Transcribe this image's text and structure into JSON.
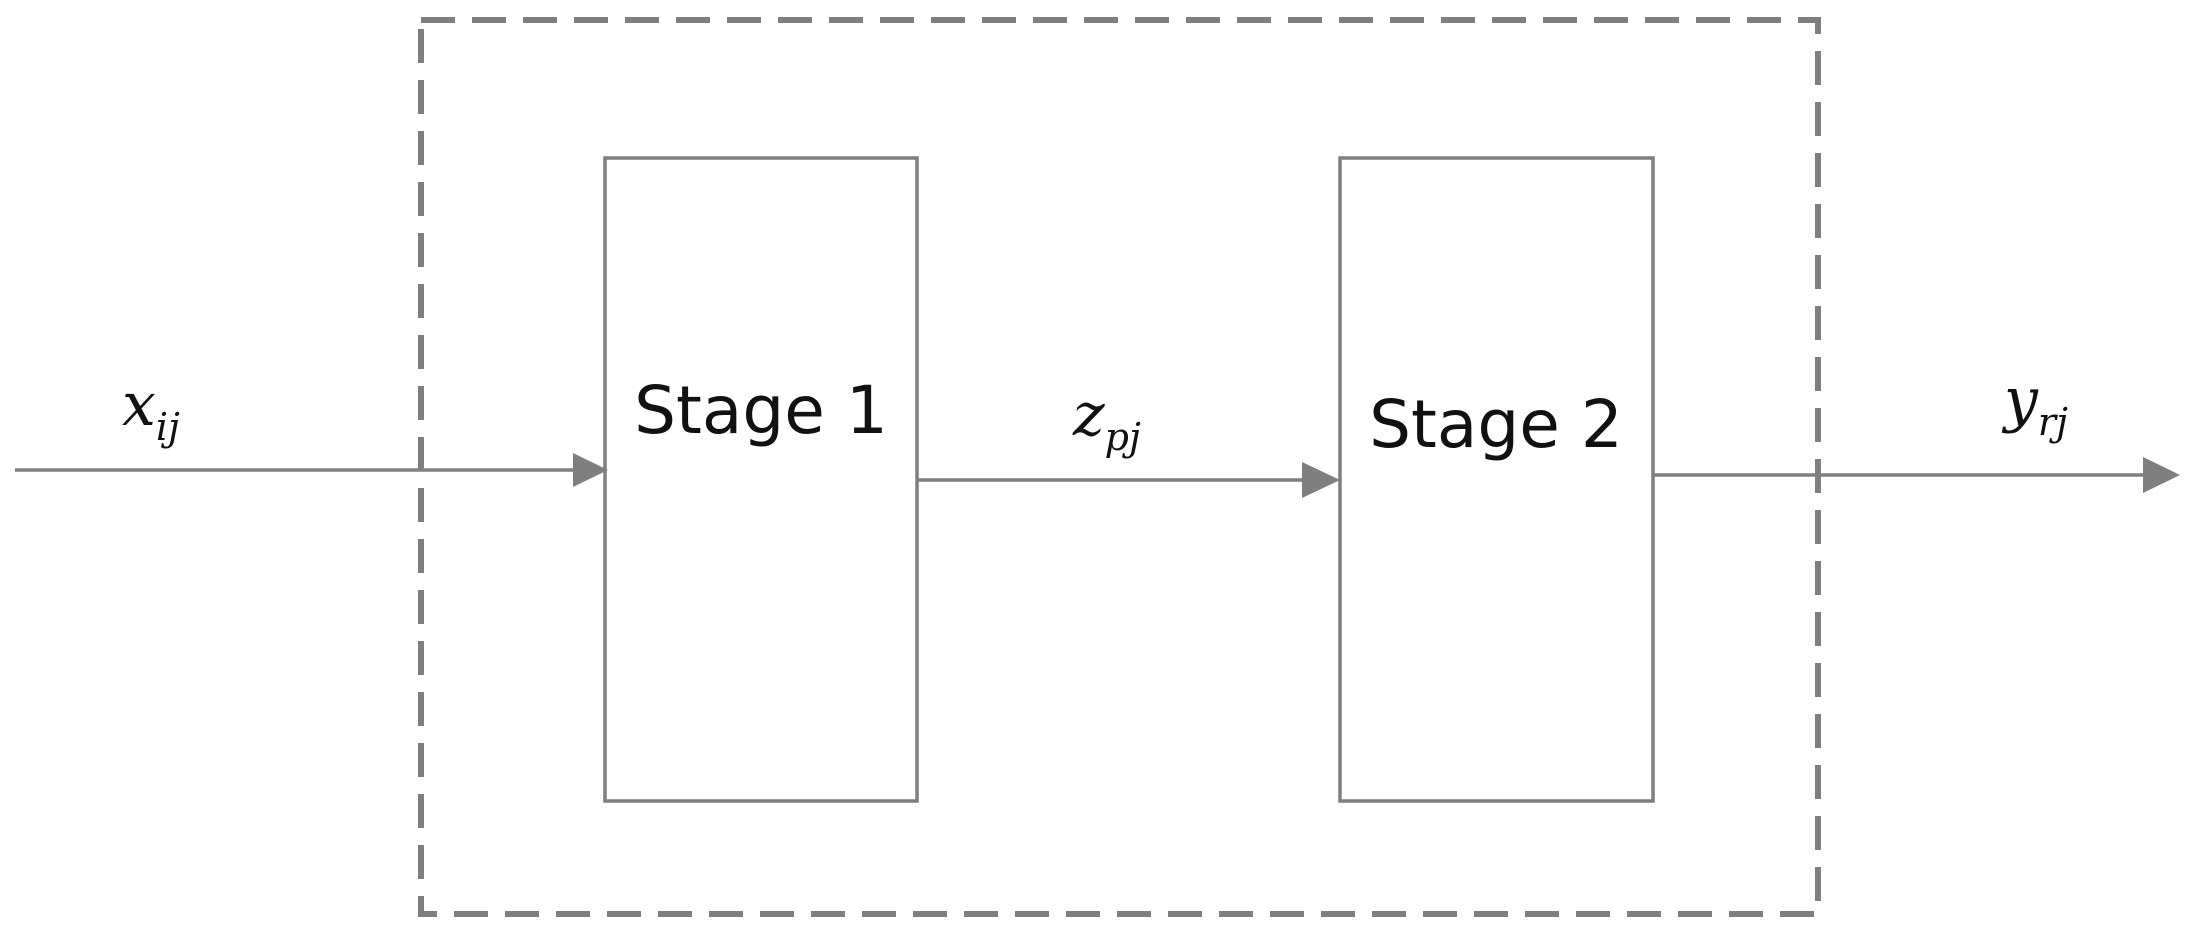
{
  "stages": [
    {
      "label": "Stage 1"
    },
    {
      "label": "Stage 2"
    }
  ],
  "flows": {
    "input": {
      "symbol": "x",
      "subscript": "ij"
    },
    "intermediate": {
      "symbol": "z",
      "subscript": "pj"
    },
    "output": {
      "symbol": "y",
      "subscript": "rj"
    }
  },
  "colors": {
    "line": "#7f7f7f",
    "box_border": "#7f7f7f",
    "text": "#111111",
    "background": "#ffffff"
  }
}
